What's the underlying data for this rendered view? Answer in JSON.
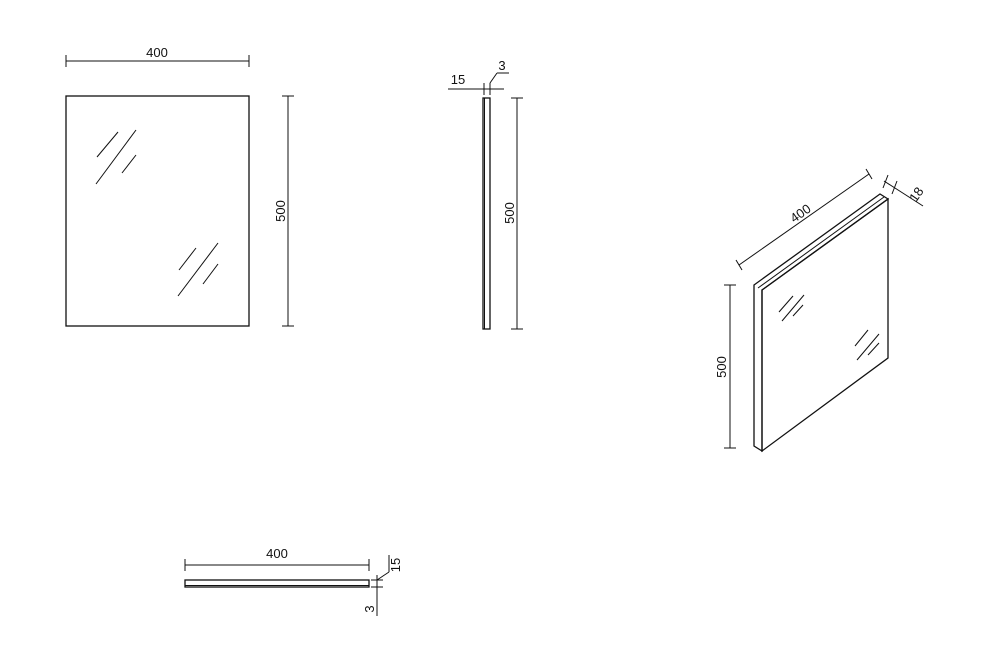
{
  "front_view": {
    "width_label": "400",
    "height_label": "500"
  },
  "side_view": {
    "thickness_label": "15",
    "edge_label": "3",
    "height_label": "500"
  },
  "iso_view": {
    "width_label": "400",
    "depth_label": "18",
    "height_label": "500"
  },
  "top_view": {
    "width_label": "400",
    "thickness_label": "15",
    "edge_label": "3"
  },
  "colors": {
    "line": "#111111",
    "background": "#ffffff"
  }
}
